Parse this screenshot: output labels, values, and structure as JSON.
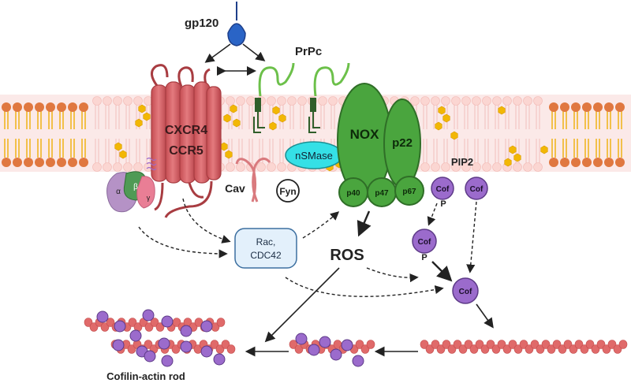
{
  "labels": {
    "gp120": "gp120",
    "prpc": "PrPc",
    "cxcr4": "CXCR4",
    "ccr5": "CCR5",
    "nox": "NOX",
    "p22": "p22",
    "nsmase": "nSMase",
    "cav": "Cav",
    "fyn": "Fyn",
    "p40": "p40",
    "p47": "p47",
    "p67": "p67",
    "pip2": "PIP2",
    "alpha": "α",
    "beta": "β",
    "gamma": "γ",
    "rac": "Rac,",
    "cdc42": "CDC42",
    "ros": "ROS",
    "cof": "Cof",
    "p": "P",
    "rod": "Cofilin-actin rod"
  },
  "colors": {
    "membrane_head": "#e07840",
    "membrane_tail": "#f2c04a",
    "cholesterol": "#f2b705",
    "receptor": "#d9595e",
    "receptor_dark": "#a83c41",
    "prion": "#6cc04a",
    "nox": "#4aa53e",
    "nox_dark": "#2f6e27",
    "nsmase": "#35e0e6",
    "cofilin": "#9b6bcc",
    "cofilin_dark": "#5d3a87",
    "actin": "#e06a6a",
    "gp120": "#2a64c6",
    "rac_box": "#e3f0fb",
    "rac_border": "#3c6fa0"
  }
}
